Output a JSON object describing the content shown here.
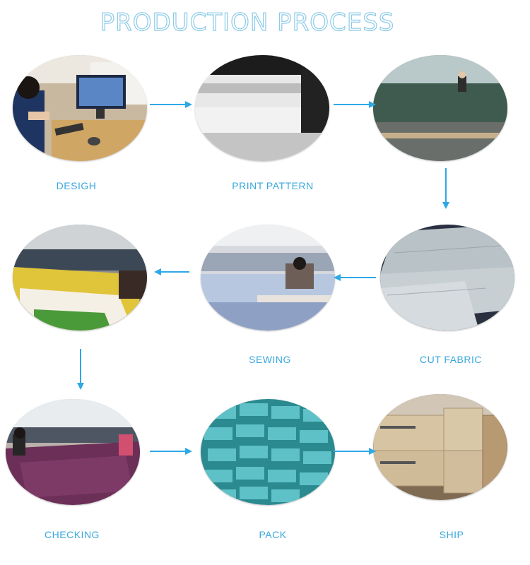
{
  "title": "PRODUCTION PROCESS",
  "accent_color": "#2fa8e6",
  "steps": [
    {
      "label": "DESIGH",
      "image": "computer-design-photo"
    },
    {
      "label": "PRINT PATTERN",
      "image": "plotter-printer-photo"
    },
    {
      "label": "CUT FABRIC",
      "image": "fabric-layers-photo"
    },
    {
      "label": "SEWING",
      "image": "sewing-workshop-photo"
    },
    {
      "label": "",
      "image": "garment-stacks-photo"
    },
    {
      "label": "CHECKING",
      "image": "quality-check-photo"
    },
    {
      "label": "PACK",
      "image": "packed-bags-photo"
    },
    {
      "label": "SHIP",
      "image": "shipping-cartons-photo"
    }
  ]
}
